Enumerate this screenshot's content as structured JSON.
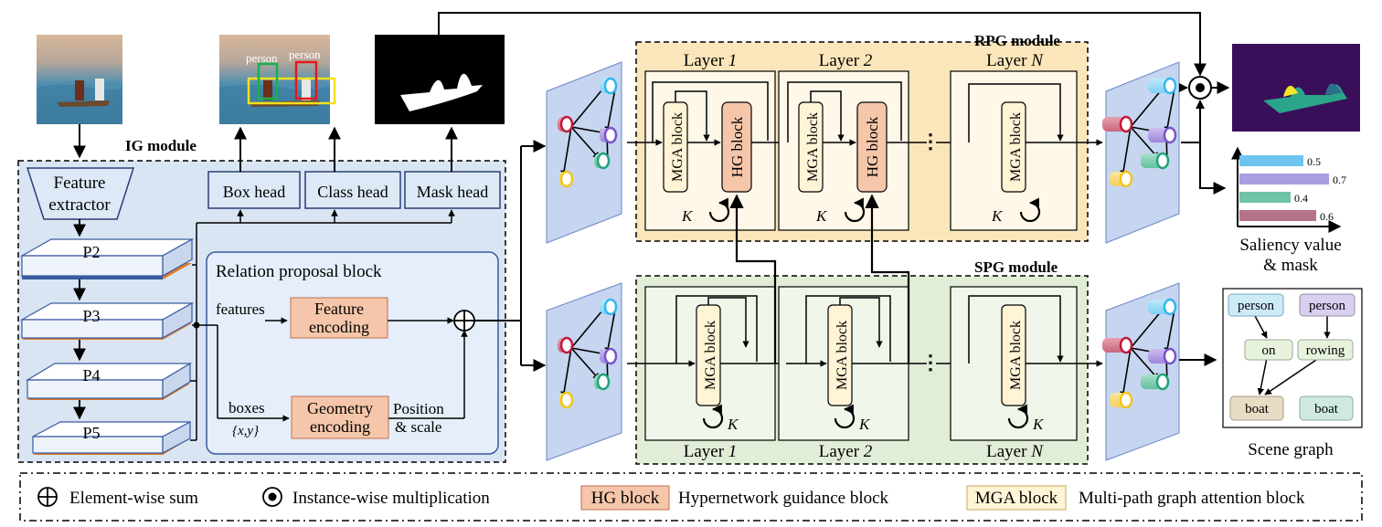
{
  "modules": {
    "ig": "IG module",
    "rpg": "RPG module",
    "spg": "SPG module"
  },
  "ig": {
    "feature_extractor": [
      "Feature",
      "extractor"
    ],
    "pyramid": [
      "P2",
      "P3",
      "P4",
      "P5"
    ],
    "heads": [
      "Box head",
      "Class head",
      "Mask head"
    ],
    "relation_block_title": "Relation proposal block",
    "features_label": "features",
    "boxes_label": "boxes",
    "boxes_xy": "{x,y}",
    "feature_encoding": [
      "Feature",
      "encoding"
    ],
    "geometry_encoding": [
      "Geometry",
      "encoding"
    ],
    "position_scale": [
      "Position",
      "& scale"
    ]
  },
  "detection": {
    "labels": [
      "person",
      "person"
    ]
  },
  "blocks": {
    "mga": "MGA block",
    "hg": "HG block",
    "k": "K",
    "dots": "⋮"
  },
  "layers": {
    "prefix": "Layer ",
    "ids": [
      "1",
      "2",
      "N"
    ]
  },
  "saliency": {
    "values": [
      0.5,
      0.7,
      0.4,
      0.6
    ],
    "value_labels": [
      "0.5",
      "0.7",
      "0.4",
      "0.6"
    ],
    "colors": [
      "#6ec3f0",
      "#a89ee0",
      "#6fc3a8",
      "#b5738a"
    ],
    "caption": [
      "Saliency value",
      "& mask"
    ]
  },
  "scene_graph": {
    "nodes": [
      "person",
      "person",
      "on",
      "rowing",
      "boat",
      "boat"
    ],
    "caption": "Scene graph"
  },
  "legend": {
    "sum_symbol": "⊕",
    "sum_label": "Element-wise sum",
    "mult_label": "Instance-wise multiplication",
    "hg_box": "HG block",
    "hg_label": "Hypernetwork guidance block",
    "mga_box": "MGA block",
    "mga_label": "Multi-path graph attention block"
  },
  "colors": {
    "ig_bg": "#dae6f4",
    "rpg_bg": "#fbe7bd",
    "spg_bg": "#e2eed8",
    "hg": "#f5c6aa",
    "mga": "#fff4d6",
    "node_red": "#c0183a",
    "node_blue": "#2fb7f0",
    "node_purple": "#7b52c9",
    "node_teal": "#1ea37b",
    "node_yellow": "#f2c51b"
  }
}
